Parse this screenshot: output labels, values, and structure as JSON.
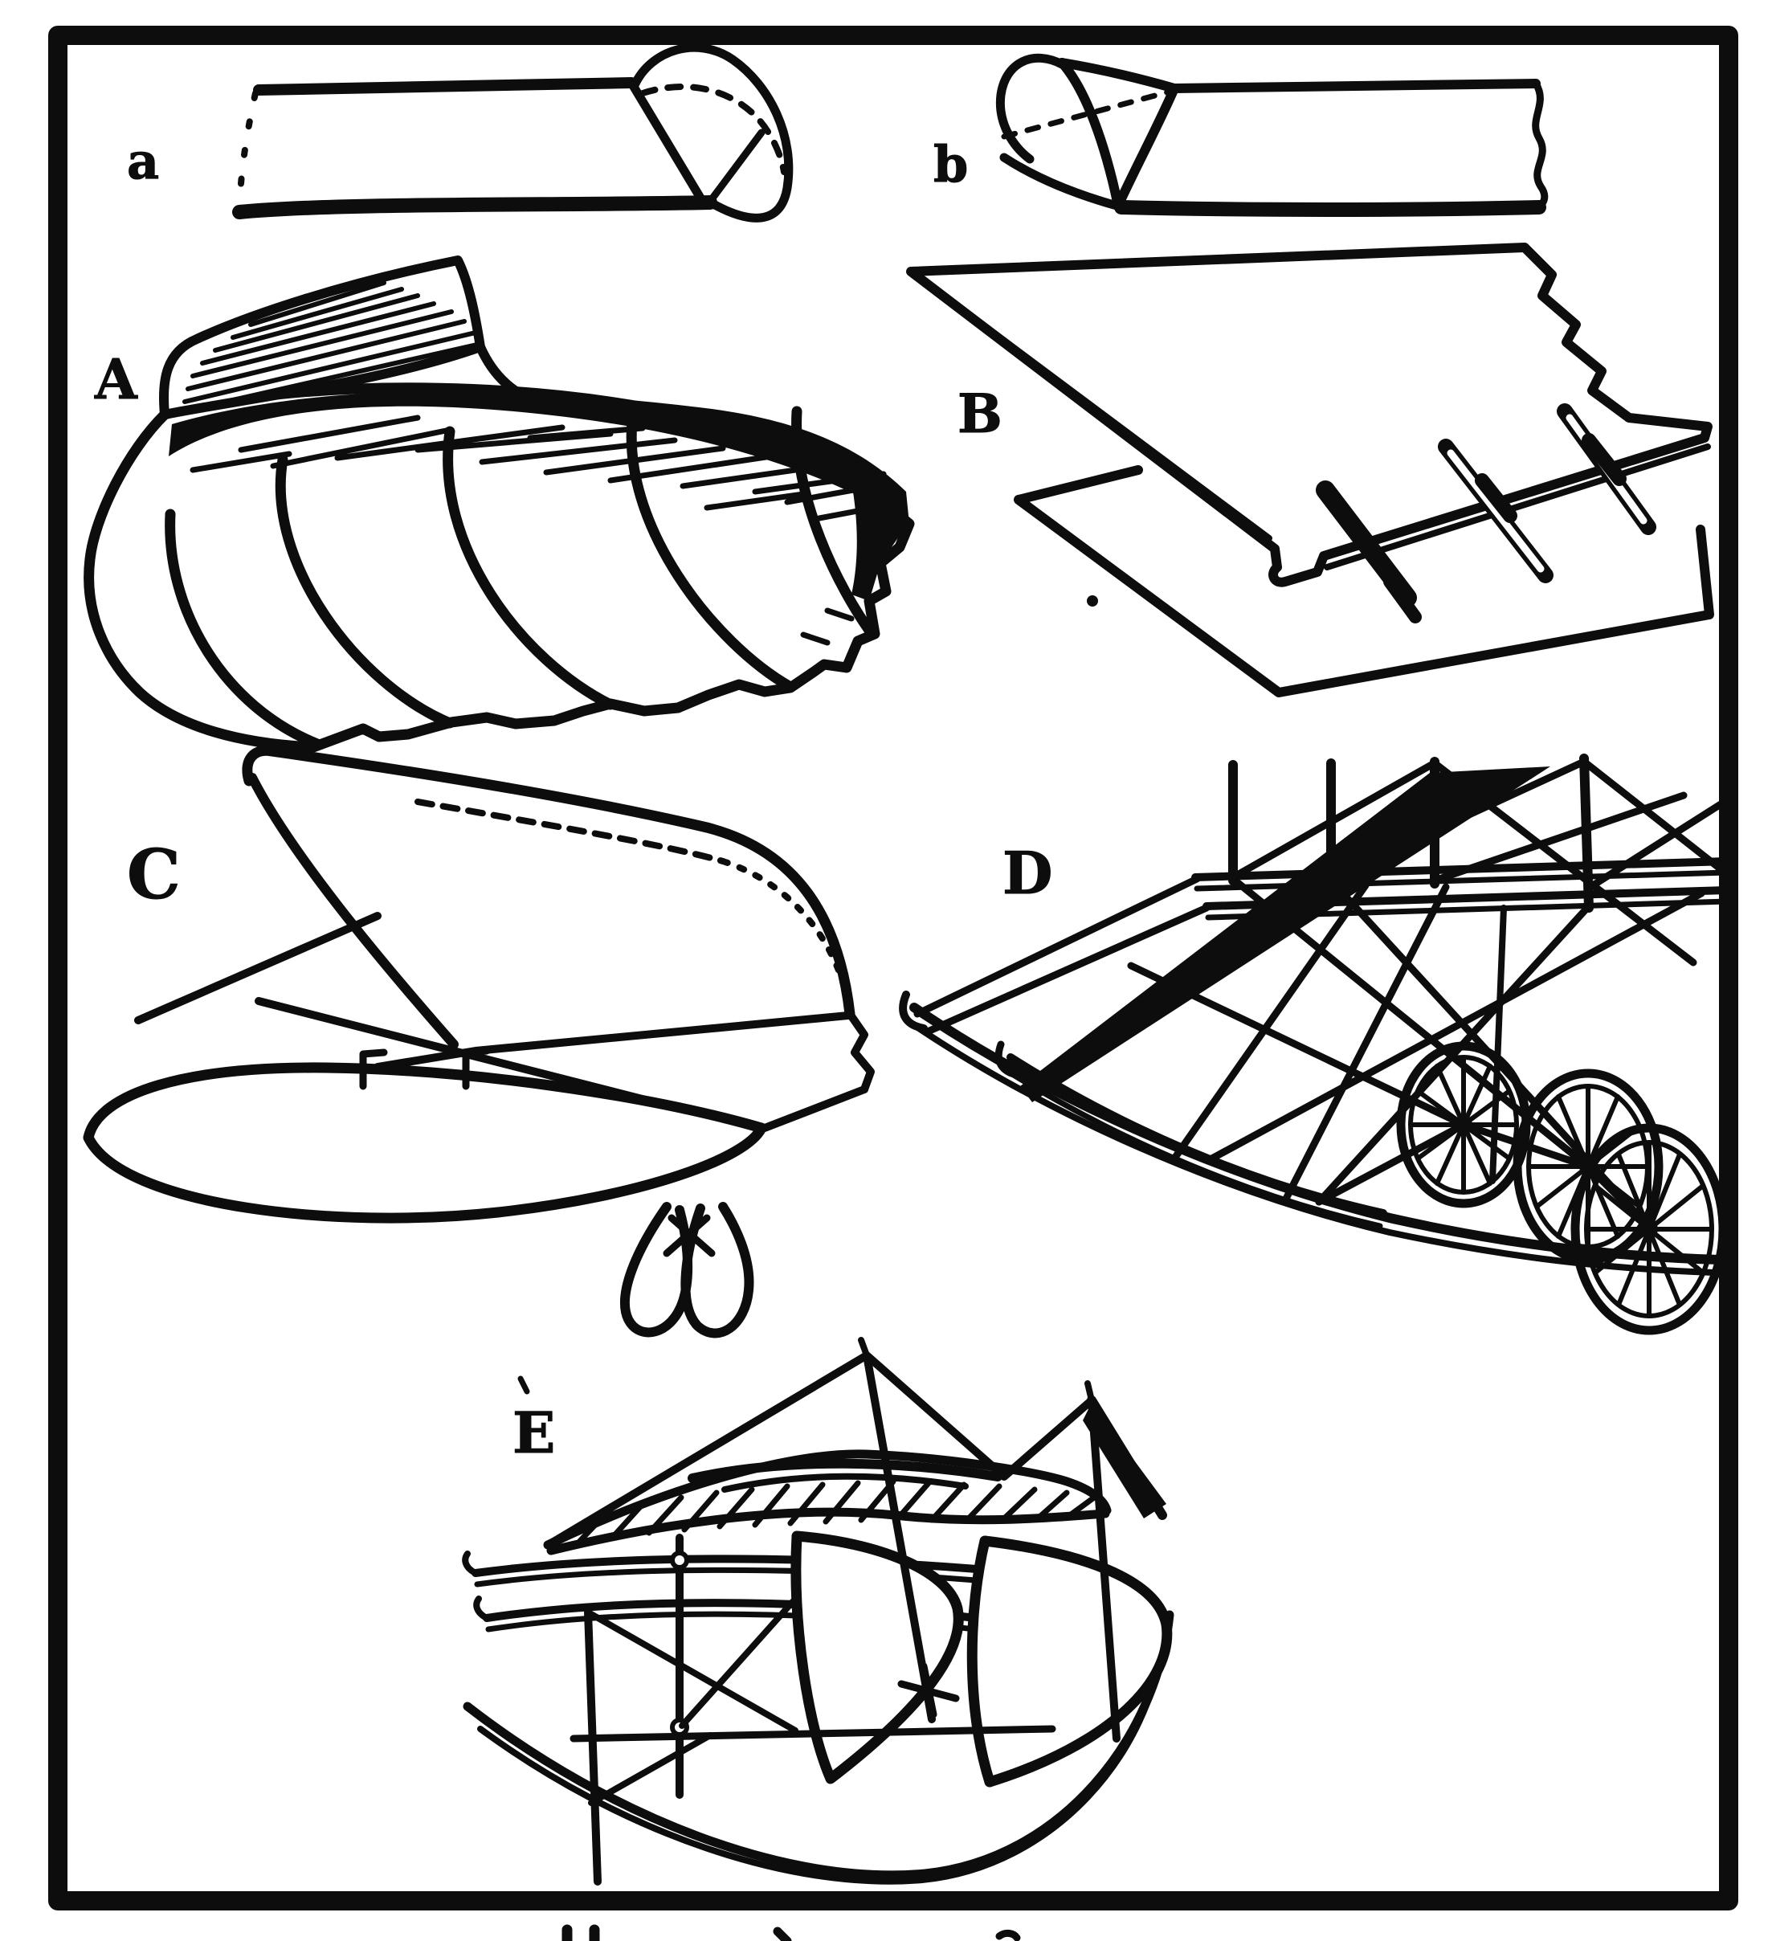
{
  "illustration": {
    "ink_color": "#0d0d0d",
    "paper_color": "#ffffff",
    "panels": [
      {
        "label": "a",
        "subject": "wing strip with rounded folded tip"
      },
      {
        "label": "b",
        "subject": "wing strip with pointed folded tip"
      },
      {
        "label": "A",
        "subject": "bird wing with curled leading edge"
      },
      {
        "label": "B",
        "subject": "flat wing panels joined with battens"
      },
      {
        "label": "C",
        "subject": "glider with elliptical boat hull"
      },
      {
        "label": "D",
        "subject": "wheeled truss flying machine on skids"
      },
      {
        "label": "E",
        "subject": "float glider framework"
      }
    ]
  }
}
